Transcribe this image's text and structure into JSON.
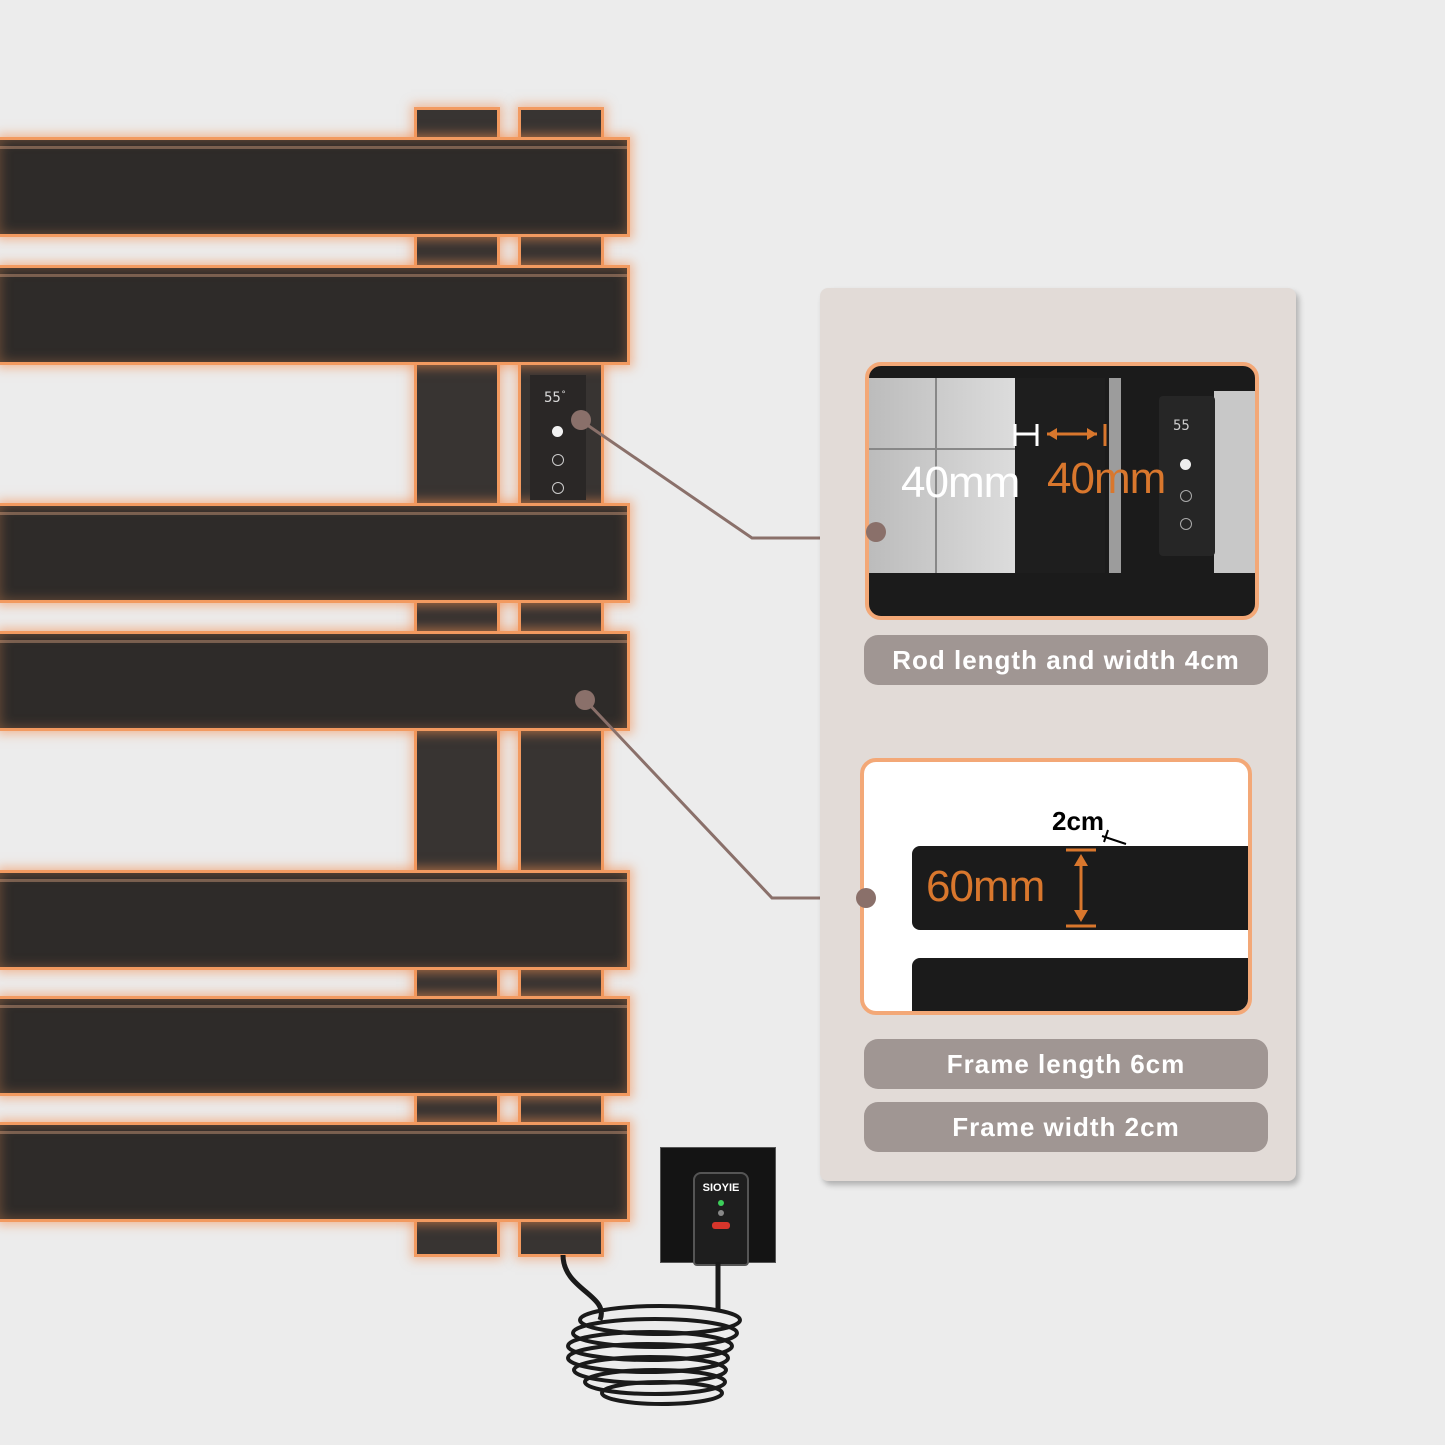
{
  "callouts": {
    "rod": {
      "dimension_left": "40mm",
      "dimension_right": "40mm",
      "caption": "Rod length and width 4cm"
    },
    "frame": {
      "dimension_width": "2cm",
      "dimension_length": "60mm",
      "caption_length": "Frame length 6cm",
      "caption_width": "Frame width 2cm"
    }
  },
  "controller": {
    "display": "55",
    "display_unit": "°",
    "brand": "SIOYIE"
  },
  "colors": {
    "background": "#ececec",
    "glow": "#f29a60",
    "bar": "#2e2b29",
    "panel": "#e2dbd7",
    "caption_bg": "#a09693",
    "dimension_orange": "#d9772d"
  },
  "icons": [
    "power-icon",
    "temperature-icon",
    "timer-icon"
  ]
}
